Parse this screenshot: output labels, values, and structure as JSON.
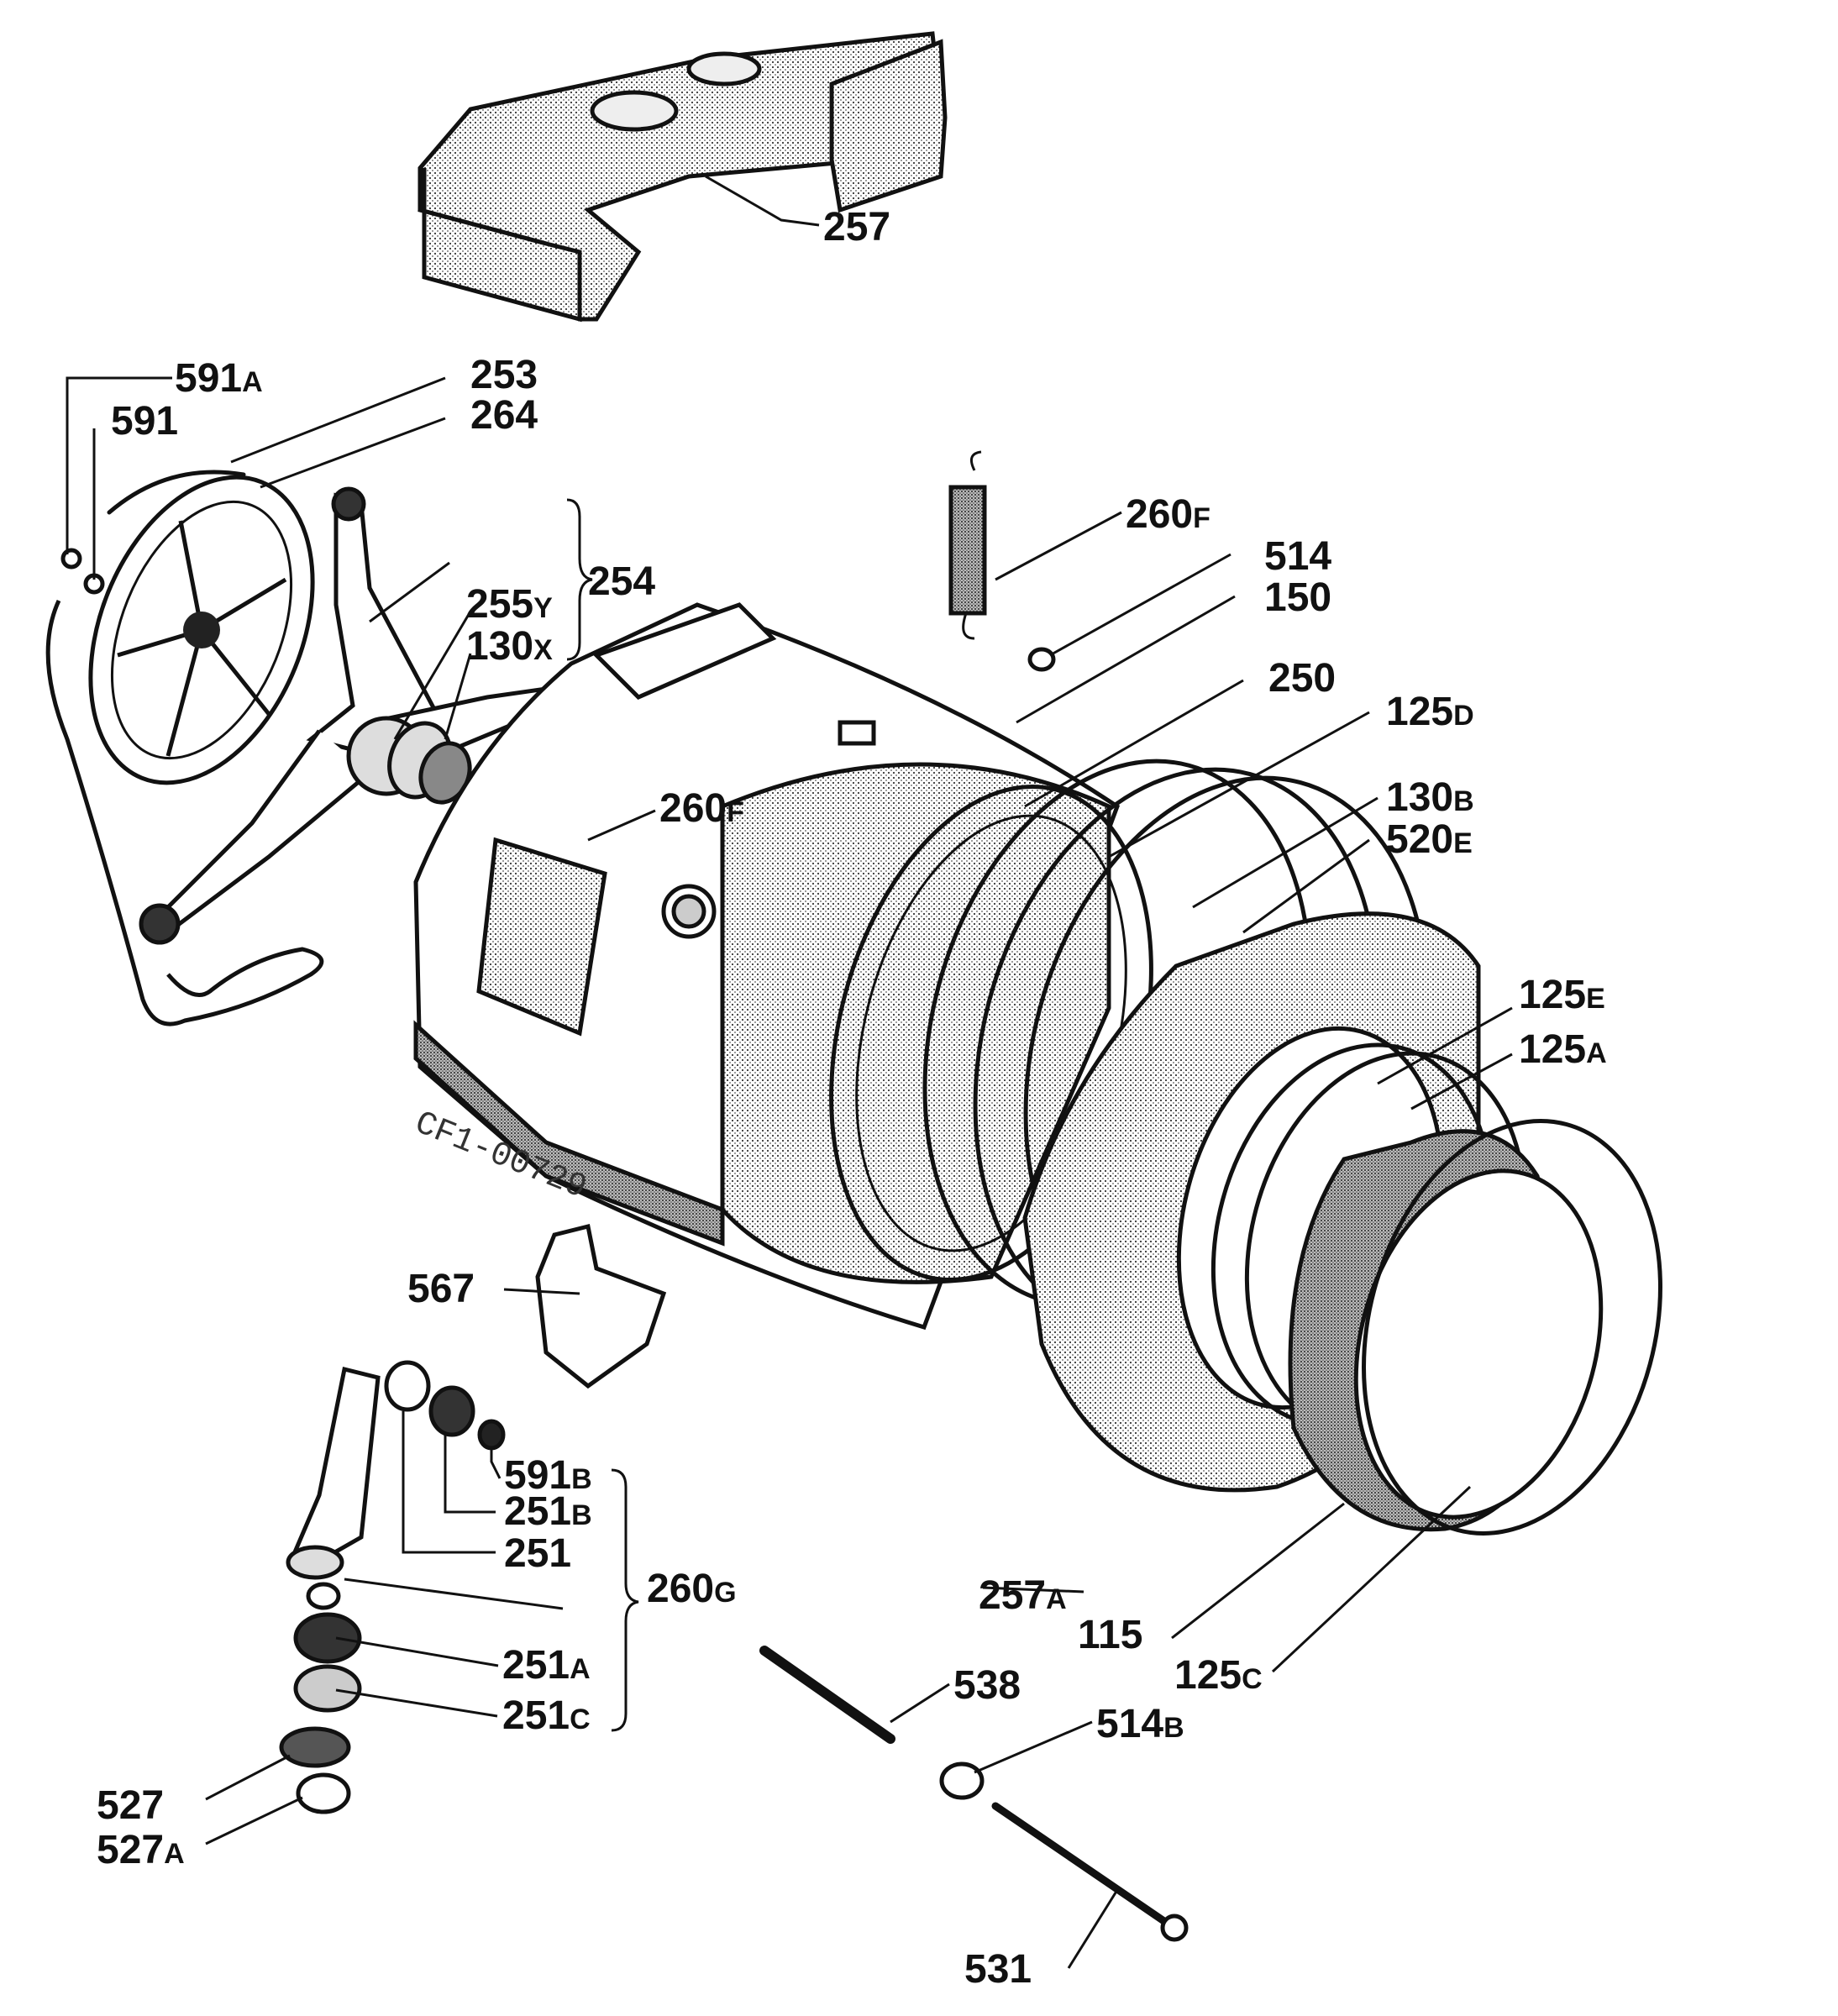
{
  "drawing_code": "CF1-00729",
  "labels": {
    "l257": "257",
    "l591a_n": "591",
    "l591a_s": "A",
    "l253": "253",
    "l591": "591",
    "l264": "264",
    "l260f1_n": "260",
    "l260f1_s": "F",
    "l514": "514",
    "l150": "150",
    "l254": "254",
    "l255y_n": "255",
    "l255y_s": "Y",
    "l130x_n": "130",
    "l130x_s": "X",
    "l250": "250",
    "l125d_n": "125",
    "l125d_s": "D",
    "l260f2_n": "260",
    "l260f2_s": "F",
    "l130b_n": "130",
    "l130b_s": "B",
    "l520e_n": "520",
    "l520e_s": "E",
    "l125e_n": "125",
    "l125e_s": "E",
    "l125a_n": "125",
    "l125a_s": "A",
    "l567": "567",
    "l591b_n": "591",
    "l591b_s": "B",
    "l251b_n": "251",
    "l251b_s": "B",
    "l251": "251",
    "l260g_n": "260",
    "l260g_s": "G",
    "l257a_n": "257",
    "l257a_s": "A",
    "l115": "115",
    "l251a_n": "251",
    "l251a_s": "A",
    "l125c_n": "125",
    "l125c_s": "C",
    "l538": "538",
    "l251c_n": "251",
    "l251c_s": "C",
    "l514b_n": "514",
    "l514b_s": "B",
    "l527": "527",
    "l527a_n": "527",
    "l527a_s": "A",
    "l531": "531"
  }
}
